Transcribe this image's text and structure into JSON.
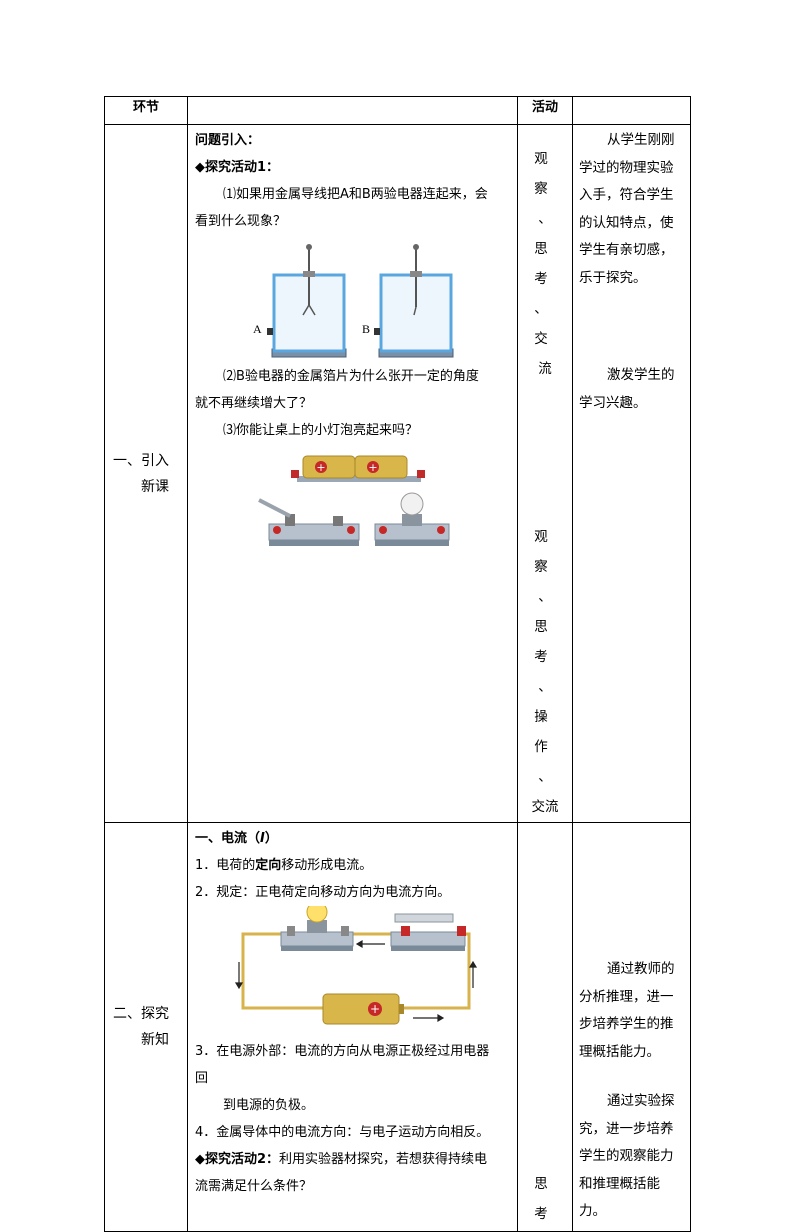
{
  "header": {
    "col1": "环节",
    "col2": "",
    "col3": "活动",
    "col4": ""
  },
  "row1": {
    "stage_line1": "一、引入",
    "stage_line2": "新课",
    "title": "问题引入：",
    "activity_label": "◆探究活动1：",
    "q1a": "⑴如果用金属导线把A和B两验电器连起来，会",
    "q1b": "看到什么现象？",
    "label_a": "A",
    "label_b": "B",
    "q2a": "⑵B验电器的金属箔片为什么张开一定的角度",
    "q2b": "就不再继续增大了？",
    "q3": "⑶你能让桌上的小灯泡亮起来吗？",
    "plus": "+",
    "act1": [
      "观察",
      "、",
      "思考",
      "、交",
      "流"
    ],
    "act2": [
      "观察",
      "、",
      "思考",
      "、",
      "操作",
      "、",
      "交流"
    ],
    "note1": [
      "从学生刚刚",
      "学过的物理实验",
      "入手，符合学生",
      "的认知特点，使",
      "学生有亲切感，",
      "乐于探究。"
    ],
    "note2": [
      "激发学生的",
      "学习兴趣。"
    ]
  },
  "row2": {
    "stage_line1": "二、探究",
    "stage_line2": "新知",
    "title_pre": "一、电流（",
    "title_i": "I",
    "title_post": "）",
    "p1_pre": "1．电荷的",
    "p1_bold": "定向",
    "p1_post": "移动形成电流。",
    "p2": "2．规定：正电荷定向移动方向为电流方向。",
    "p3a": "3．在电源外部：电流的方向从电源正极经过用电器",
    "p3b": "回",
    "p3c": "到电源的负极。",
    "p4": "4．金属导体中的电流方向：与电子运动方向相反。",
    "p5_bold": "◆探究活动2：",
    "p5a": "利用实验器材探究，若想获得持续电",
    "p5b": "流需满足什么条件？",
    "act": "思考",
    "note1": [
      "通过教师的",
      "分析推理，进一",
      "步培养学生的推",
      "理概括能力。"
    ],
    "note2": [
      "通过实验探",
      "究，进一步培养",
      "学生的观察能力",
      "和推理概括能",
      "力。"
    ]
  }
}
